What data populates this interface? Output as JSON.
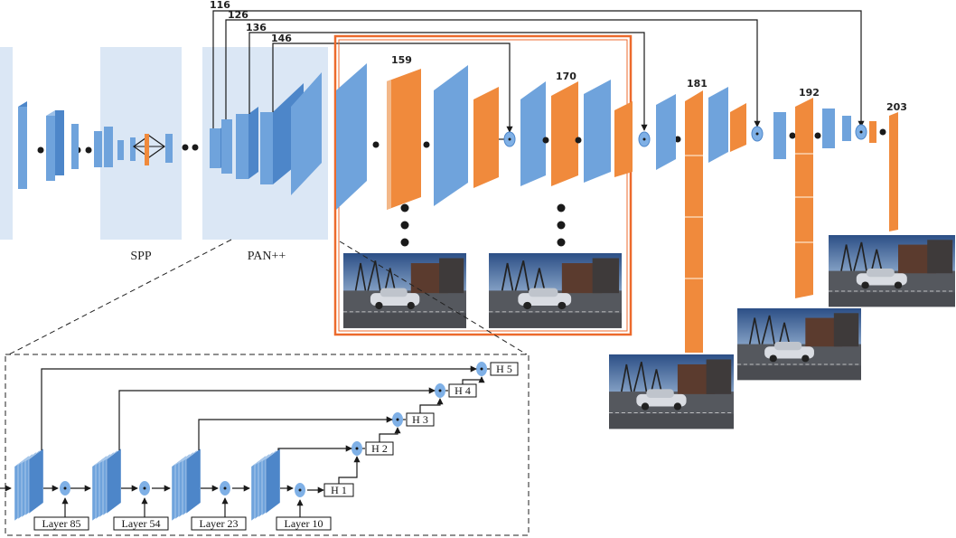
{
  "colors": {
    "blue": "#6fa3dc",
    "blue_dark": "#4d86c9",
    "orange": "#f08a3c",
    "orange_dark": "#d8702a",
    "region_bg": "#dbe7f5",
    "highlight": "#ec6a2c",
    "dot": "#1a1a1a",
    "line": "#1a1a1a",
    "fuse": "#7fb0e6"
  },
  "sections": {
    "spp": "SPP",
    "pan": "PAN++"
  },
  "skip_labels": {
    "l116": "116",
    "l126": "126",
    "l136": "136",
    "l146": "146"
  },
  "head_labels": {
    "l159": "159",
    "l170": "170",
    "l181": "181",
    "l192": "192",
    "l203": "203"
  },
  "detail": {
    "layers": [
      "Layer 85",
      "Layer 54",
      "Layer 23",
      "Layer 10"
    ],
    "heads": [
      "H 1",
      "H 2",
      "H 3",
      "H 4",
      "H 5"
    ]
  },
  "icons": {
    "fuse": "fusion-node-icon",
    "photo": "street-scene-photo"
  }
}
